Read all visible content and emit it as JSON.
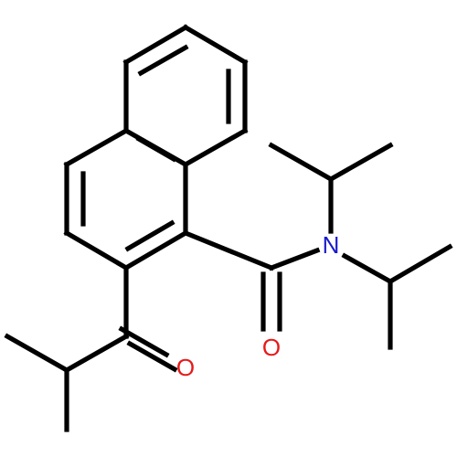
{
  "molecule": {
    "atoms": [
      {
        "symbol": "N",
        "color": "#1a1acc"
      },
      {
        "symbol": "O",
        "color": "#e61a1a"
      },
      {
        "symbol": "O",
        "color": "#e61a1a"
      }
    ]
  },
  "colors": {
    "bond": "#000000",
    "background": "#ffffff"
  }
}
